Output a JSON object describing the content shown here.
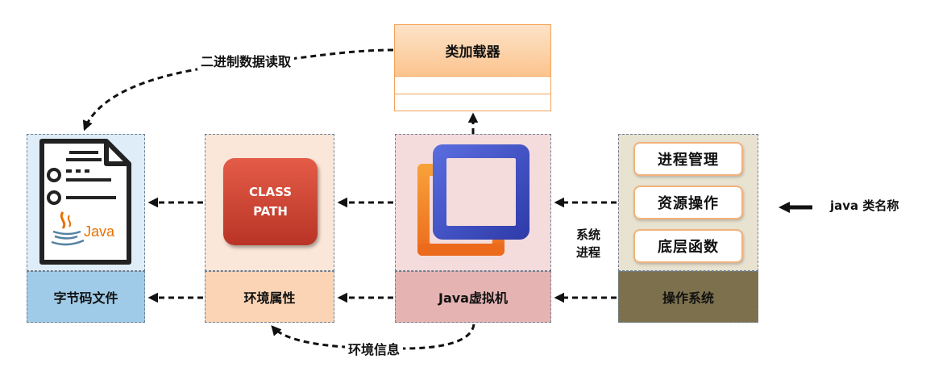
{
  "class_loader": {
    "title": "类加载器"
  },
  "columns": {
    "bytecode": {
      "bottom_label": "字节码文件",
      "doc_text": "Java"
    },
    "environment": {
      "bottom_label": "环境属性",
      "classpath_line1": "CLASS",
      "classpath_line2": "PATH"
    },
    "jvm": {
      "bottom_label": "Java虚拟机"
    },
    "os": {
      "bottom_label": "操作系统",
      "items": [
        "进程管理",
        "资源操作",
        "底层函数"
      ]
    }
  },
  "labels": {
    "binary_read": "二进制数据读取",
    "env_info": "环境信息",
    "system_process_line1": "系统",
    "system_process_line2": "进程",
    "java_command": "java 类名称"
  },
  "colors": {
    "bytecode_top": "#deedf7",
    "bytecode_bottom": "#9fcbe8",
    "env_top": "#fbe7d9",
    "env_bottom": "#fad4b5",
    "jvm_top": "#f4dcdc",
    "jvm_bottom": "#e6b3b3",
    "os_top": "#e8e2d1",
    "os_bottom": "#7d714d",
    "loader_header": "#fbc48e",
    "classpath_box": "#c8402f",
    "java_logo_red": "#e76f00",
    "java_logo_blue": "#5382a1"
  }
}
